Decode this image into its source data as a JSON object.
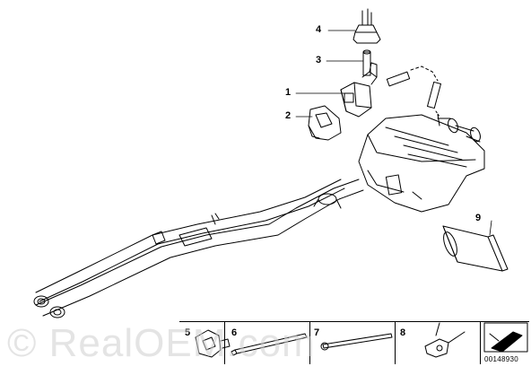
{
  "callouts": {
    "c1": "1",
    "c2": "2",
    "c3": "3",
    "c4": "4",
    "c5": "5",
    "c6": "6",
    "c7": "7",
    "c8": "8",
    "c9": "9"
  },
  "part_number": "00148930",
  "watermark": "© RealOEM.com"
}
